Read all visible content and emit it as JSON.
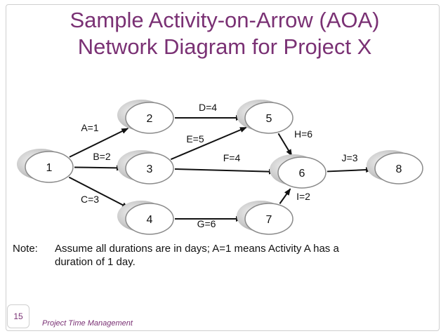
{
  "title_line1": "Sample Activity-on-Arrow (AOA)",
  "title_line2": "Network Diagram for Project X",
  "nodes": [
    "1",
    "2",
    "3",
    "4",
    "5",
    "6",
    "7",
    "8"
  ],
  "activities": [
    {
      "from": "1",
      "to": "2",
      "label": "A=1"
    },
    {
      "from": "1",
      "to": "3",
      "label": "B=2"
    },
    {
      "from": "1",
      "to": "4",
      "label": "C=3"
    },
    {
      "from": "2",
      "to": "5",
      "label": "D=4"
    },
    {
      "from": "3",
      "to": "5",
      "label": "E=5"
    },
    {
      "from": "3",
      "to": "6",
      "label": "F=4"
    },
    {
      "from": "4",
      "to": "7",
      "label": "G=6"
    },
    {
      "from": "5",
      "to": "6",
      "label": "H=6"
    },
    {
      "from": "7",
      "to": "6",
      "label": "I=2"
    },
    {
      "from": "6",
      "to": "8",
      "label": "J=3"
    }
  ],
  "note_label": "Note:",
  "note_line1": "Assume all durations are in days;  A=1 means Activity A has a",
  "note_line2": "duration of 1 day.",
  "page_number": "15",
  "footer_text": "Project Time Management",
  "colors": {
    "title": "#7a3174",
    "node_shade": "#bdbdbd",
    "arrow": "#111111"
  }
}
